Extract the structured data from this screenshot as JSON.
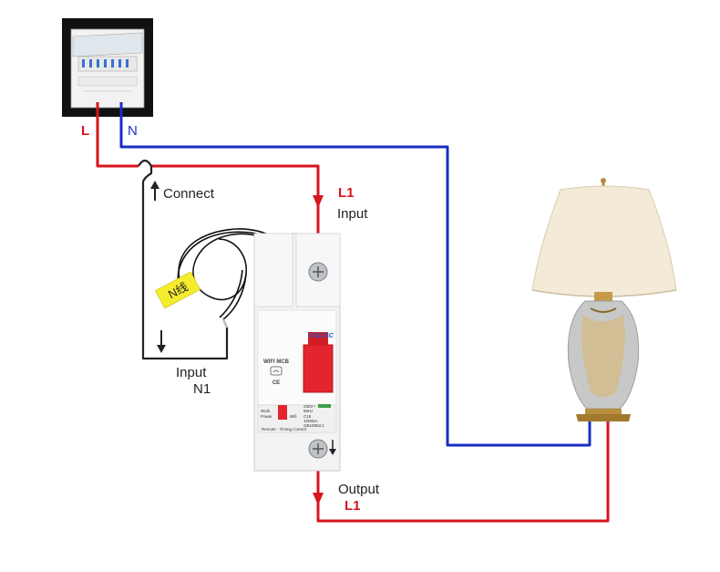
{
  "labels": {
    "l_panel": "L",
    "n_panel": "N",
    "connect": "Connect",
    "l1_input": "L1",
    "input_top": "Input",
    "input_left": "Input",
    "n1": "N1",
    "output": "Output",
    "l1_output": "L1"
  },
  "breaker": {
    "brand": "CNZJSC",
    "model": "WIFI MCB",
    "ce": "CE",
    "spec_lines": [
      "230V~",
      "50Hz",
      "C16",
      "10000A",
      "GB10963.1"
    ],
    "side_labels": [
      "Work",
      "Power",
      "Wifi"
    ],
    "bottom_text": "Remote · Timing Control"
  },
  "tag_text": "N线",
  "colors": {
    "live": "#d8141e",
    "neutral": "#1a2fbf",
    "sensor": "#222222",
    "breaker_red": "#e3252f"
  }
}
